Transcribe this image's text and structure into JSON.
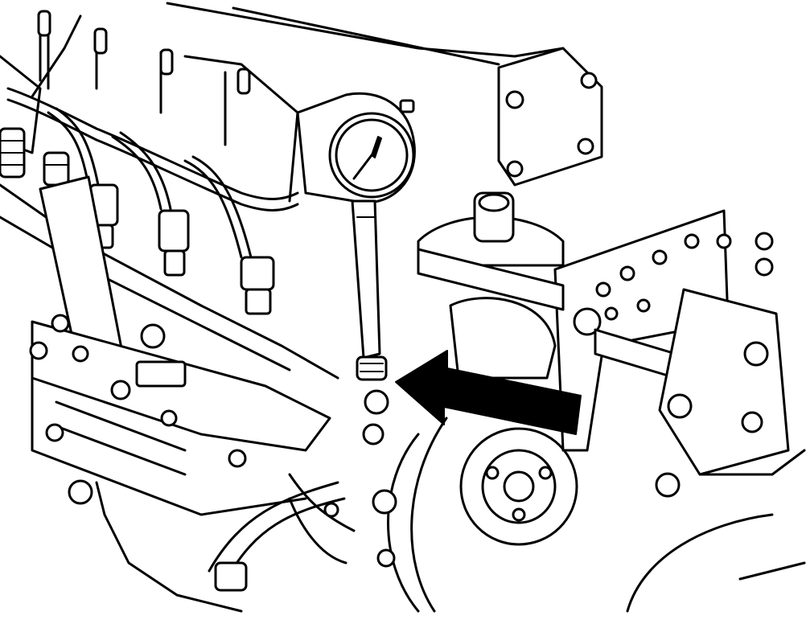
{
  "figure": {
    "background": "#ffffff",
    "line_color": "#000000",
    "style": "monochrome line-art technical illustration",
    "subject": "engine",
    "callout": {
      "icon": "arrow-left-icon",
      "points_to": "pressure-gauge-hose-fitting"
    }
  }
}
